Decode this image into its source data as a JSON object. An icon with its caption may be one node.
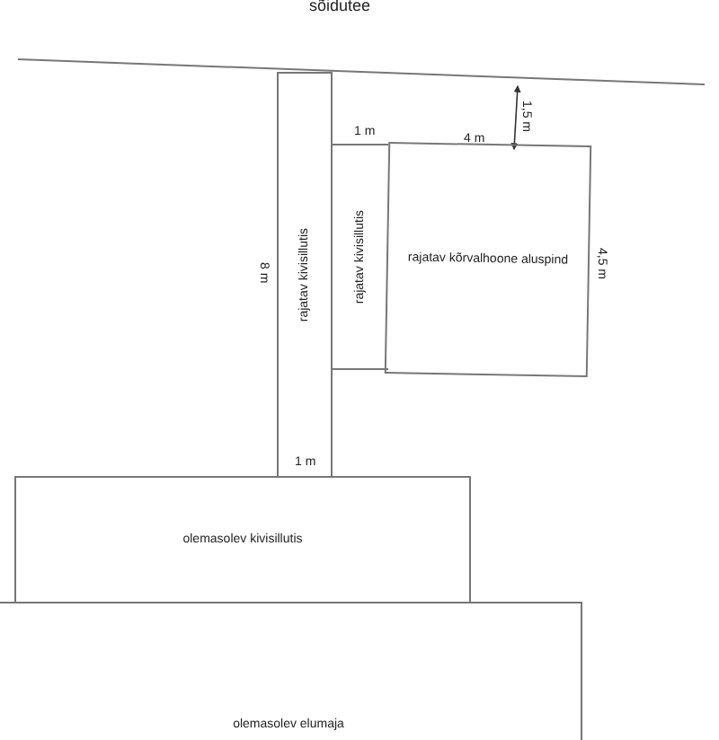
{
  "diagram": {
    "nodes": [
      {
        "text": [
          "rajatav kivisillutis"
        ]
      },
      {
        "text": [
          "rajatav kivisillutis"
        ]
      },
      {
        "text": [
          "rajatav kõrvalhoone aluspind"
        ]
      },
      {
        "text": [
          "olemasolev kivisillutis"
        ]
      },
      {
        "text": [
          "olemasolev elumaja"
        ]
      }
    ],
    "edges": [],
    "labels": [
      "sõidutee",
      "1,5 m",
      "1 m",
      "4 m",
      "8 m",
      "4,5 m",
      "1 m"
    ]
  }
}
